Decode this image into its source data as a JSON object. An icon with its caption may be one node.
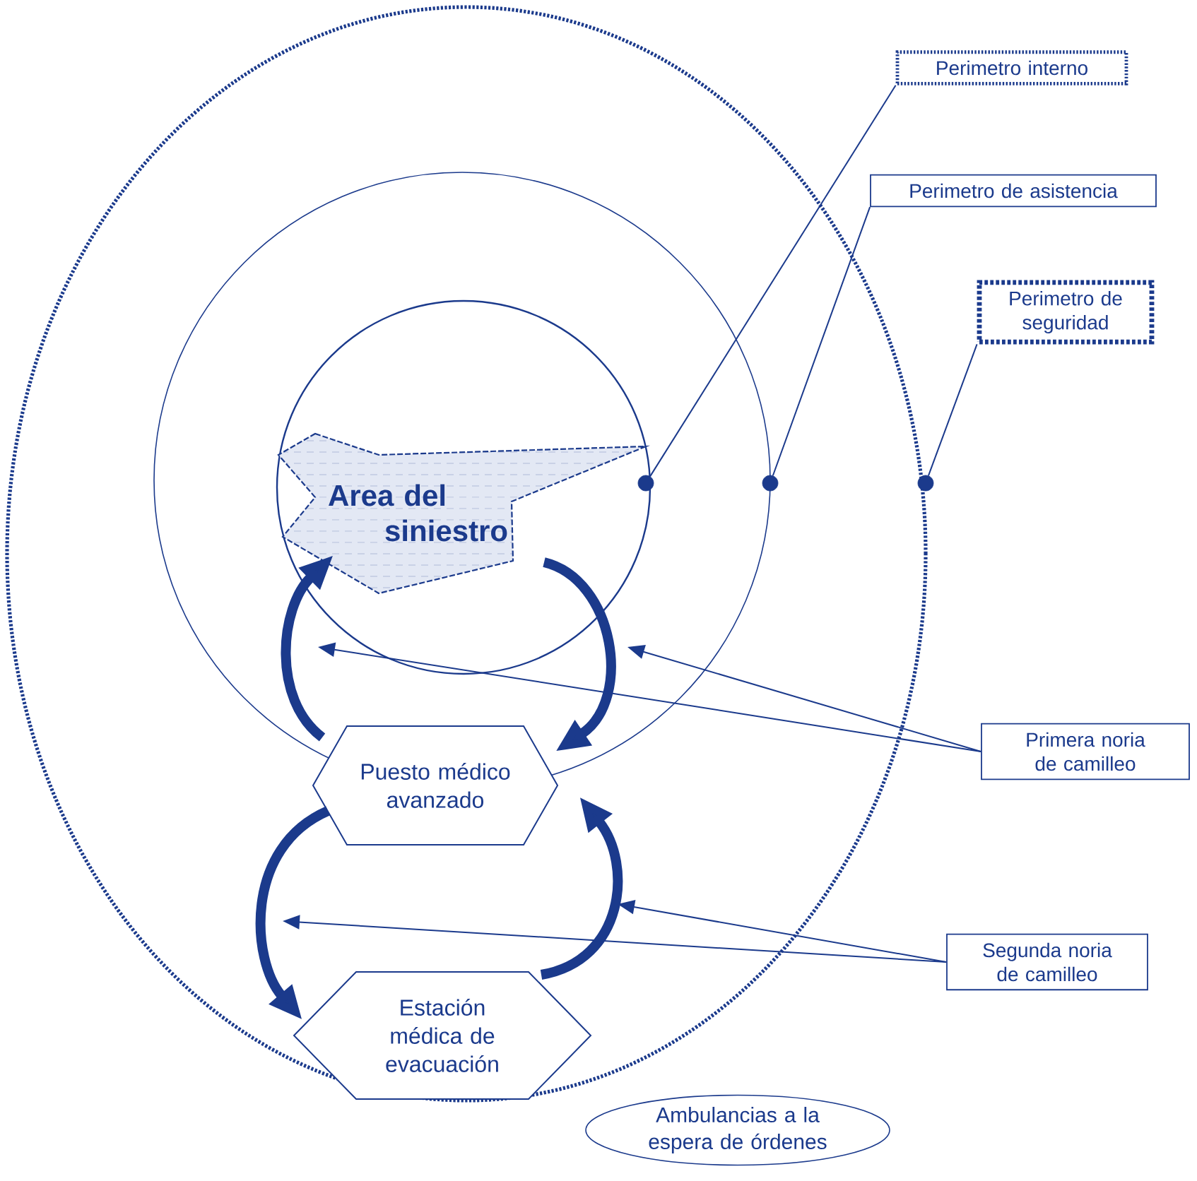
{
  "diagram": {
    "nodes": [
      {
        "text": [
          "Perimetro interno"
        ]
      },
      {
        "text": [
          "Perimetro de asistencia"
        ]
      },
      {
        "text": [
          "Perimetro de seguridad"
        ]
      },
      {
        "text": [],
        "shape": "circle"
      },
      {
        "text": [],
        "shape": "circle"
      },
      {
        "text": [],
        "shape": "circle"
      },
      {
        "text": [
          "Area del siniestro"
        ]
      },
      {
        "text": [
          "Primera noria de camilleo"
        ]
      },
      {
        "text": [
          "Puesto médico avanzado"
        ]
      },
      {
        "text": [
          "Segunda noria de camilleo"
        ]
      },
      {
        "text": [
          "Estación médica de evacuación"
        ]
      },
      {
        "text": [
          "Ambulancias a la espera de órdenes"
        ]
      }
    ],
    "edges": [
      {
        "from": 0,
        "to": 3,
        "arrow": "none"
      },
      {
        "from": 1,
        "to": 4,
        "arrow": "none"
      },
      {
        "from": 2,
        "to": 5,
        "arrow": "none"
      },
      {
        "from": 6,
        "to": 8,
        "arrow": "to",
        "style": "thick"
      },
      {
        "from": 8,
        "to": 6,
        "arrow": "to",
        "style": "thick"
      },
      {
        "from": 8,
        "to": 10,
        "arrow": "to",
        "style": "thick"
      },
      {
        "from": 10,
        "to": 8,
        "arrow": "to",
        "style": "thick"
      },
      {
        "from": 7,
        "to": null,
        "arrow": "to"
      },
      {
        "from": 7,
        "to": null,
        "arrow": "to"
      },
      {
        "from": 9,
        "to": null,
        "arrow": "to"
      },
      {
        "from": 9,
        "to": null,
        "arrow": "to"
      }
    ]
  }
}
